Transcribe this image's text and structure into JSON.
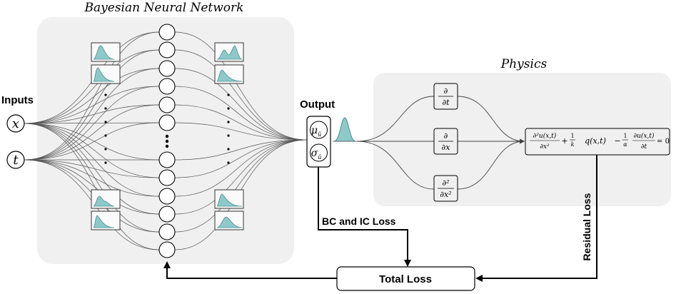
{
  "bnn": {
    "title": "Bayesian Neural Network"
  },
  "physics": {
    "title": "Physics",
    "ops": [
      {
        "num": "∂",
        "den": "∂t"
      },
      {
        "num": "∂",
        "den": "∂x"
      },
      {
        "num": "∂²",
        "den": "∂x²"
      }
    ],
    "equation": {
      "t1_num": "∂²u(x,t)",
      "t1_den": "∂x²",
      "plus": "+",
      "k_num": "1",
      "k_den": "k",
      "q": "q(x,t)",
      "minus": "−",
      "a_num": "1",
      "a_den": "α",
      "t3_num": "∂u(x,t)",
      "t3_den": "∂t",
      "eq": "= 0"
    }
  },
  "inputs": {
    "label": "Inputs",
    "x": "x",
    "t": "t"
  },
  "output": {
    "label": "Output",
    "mu": "μ",
    "mu_sub": "û",
    "sigma": "σ",
    "sigma_sub": "û"
  },
  "losses": {
    "bc_ic": "BC and IC Loss",
    "residual": "Residual Loss",
    "total": "Total Loss"
  },
  "colors": {
    "dist_fill": "#8ec9c9",
    "dist_stroke": "#4a8f92",
    "panel": "#f0f0f0",
    "line": "#000000"
  }
}
